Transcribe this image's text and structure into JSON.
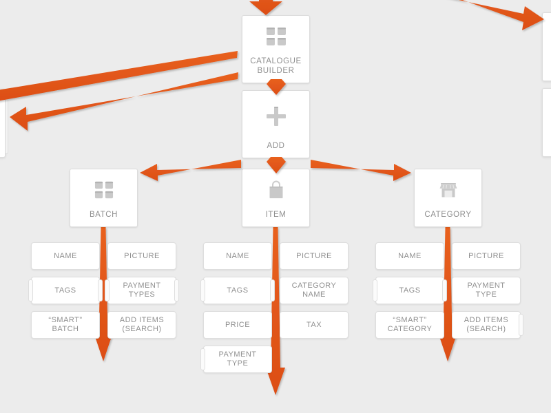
{
  "meta": {
    "title": "Catalogue Builder flow diagram",
    "background_color": "#ececec",
    "accent_color": "#e1561f",
    "node_text_color": "#8f8f8f",
    "card_color": "#ffffff"
  },
  "nodes": {
    "catalogue_builder": {
      "label": "CATALOGUE\nBUILDER",
      "icon": "grid-icon"
    },
    "add": {
      "label": "ADD",
      "icon": "plus-icon"
    },
    "batch": {
      "label": "BATCH",
      "icon": "grid-icon"
    },
    "item": {
      "label": "ITEM",
      "icon": "shopping-bag-icon"
    },
    "category": {
      "label": "CATEGORY",
      "icon": "storefront-icon"
    }
  },
  "columns": {
    "batch": {
      "title": "BATCH",
      "attributes": [
        {
          "label": "NAME",
          "stacked": "none"
        },
        {
          "label": "PICTURE",
          "stacked": "none"
        },
        {
          "label": "TAGS",
          "stacked": "both"
        },
        {
          "label": "PAYMENT\nTYPES",
          "stacked": "both"
        },
        {
          "label": "“SMART”\nBATCH",
          "stacked": "none"
        },
        {
          "label": "ADD ITEMS\n(SEARCH)",
          "stacked": "none"
        }
      ]
    },
    "item": {
      "title": "ITEM",
      "attributes": [
        {
          "label": "NAME",
          "stacked": "none"
        },
        {
          "label": "PICTURE",
          "stacked": "none"
        },
        {
          "label": "TAGS",
          "stacked": "both"
        },
        {
          "label": "CATEGORY\nNAME",
          "stacked": "none"
        },
        {
          "label": "PRICE",
          "stacked": "none"
        },
        {
          "label": "TAX",
          "stacked": "none"
        },
        {
          "label": "PAYMENT\nTYPE",
          "stacked": "left"
        }
      ]
    },
    "category": {
      "title": "CATEGORY",
      "attributes": [
        {
          "label": "NAME",
          "stacked": "none"
        },
        {
          "label": "PICTURE",
          "stacked": "none"
        },
        {
          "label": "TAGS",
          "stacked": "both"
        },
        {
          "label": "PAYMENT\nTYPE",
          "stacked": "none"
        },
        {
          "label": "“SMART”\nCATEGORY",
          "stacked": "none"
        },
        {
          "label": "ADD ITEMS\n(SEARCH)",
          "stacked": "right"
        }
      ]
    }
  },
  "connectors": [
    {
      "name": "arrow-into-catalogue-builder-top",
      "from": "offscreen-top",
      "to": "catalogue-builder",
      "direction": "down"
    },
    {
      "name": "arrow-catalogue-builder-to-add",
      "from": "catalogue-builder",
      "to": "add",
      "direction": "down"
    },
    {
      "name": "arrow-add-to-batch",
      "from": "add",
      "to": "batch",
      "direction": "left"
    },
    {
      "name": "arrow-add-to-item",
      "from": "add",
      "to": "item",
      "direction": "down"
    },
    {
      "name": "arrow-add-to-category",
      "from": "add",
      "to": "category",
      "direction": "right"
    },
    {
      "name": "arrow-batch-attributes-down",
      "from": "batch",
      "to": "offscreen-bottom",
      "direction": "down"
    },
    {
      "name": "arrow-item-attributes-down",
      "from": "item",
      "to": "offscreen-bottom",
      "direction": "down"
    },
    {
      "name": "arrow-category-attributes-down",
      "from": "category",
      "to": "offscreen-bottom",
      "direction": "down"
    },
    {
      "name": "arrow-to-left-offscreen-card",
      "from": "catalogue-builder",
      "to": "offscreen-left",
      "direction": "left"
    },
    {
      "name": "arrow-from-left-offscreen",
      "from": "offscreen-left",
      "to": "catalogue-builder",
      "direction": "right"
    },
    {
      "name": "arrow-to-right-offscreen-card",
      "from": "offscreen-top-left",
      "to": "offscreen-right",
      "direction": "right"
    }
  ],
  "offscreen_cards": [
    {
      "name": "offscreen-card-left",
      "edge": "left"
    },
    {
      "name": "offscreen-card-right-upper",
      "edge": "right"
    },
    {
      "name": "offscreen-card-right-lower",
      "edge": "right"
    }
  ]
}
